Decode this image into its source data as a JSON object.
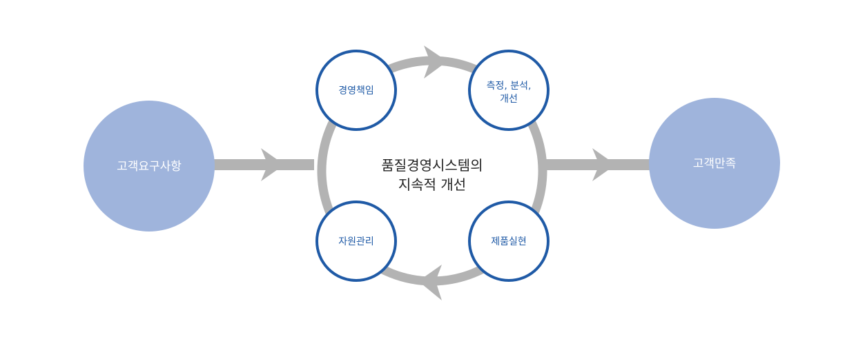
{
  "diagram": {
    "input": {
      "label": "고객요구사항"
    },
    "output": {
      "label": "고객만족"
    },
    "center": {
      "line1": "품질경영시스템의",
      "line2": "지속적 개선"
    },
    "nodes": {
      "management": {
        "label": "경영책임"
      },
      "measure": {
        "line1": "측정, 분석,",
        "line2": "개선"
      },
      "resource": {
        "label": "자원관리"
      },
      "product": {
        "label": "제품실현"
      }
    }
  },
  "colors": {
    "big_circle": "#9fb4dc",
    "ring": "#b3b3b3",
    "node_border": "#1f5aa6",
    "node_text": "#1f5aa6",
    "center_text": "#222222"
  }
}
